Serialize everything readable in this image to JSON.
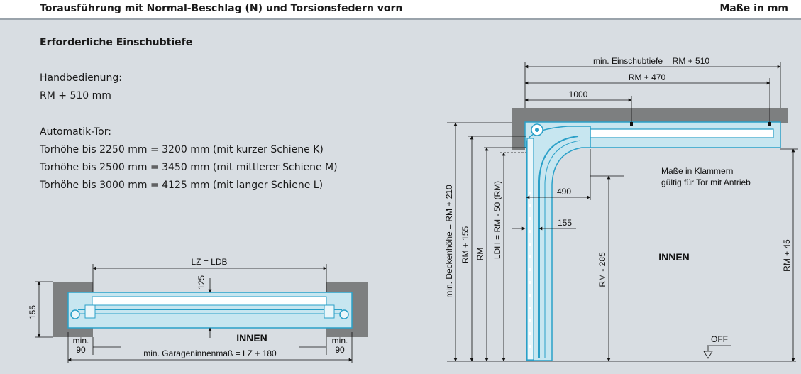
{
  "header": {
    "title": "Torausführung mit Normal-Beschlag (N) und Torsionsfedern vorn",
    "unit_note": "Maße in mm"
  },
  "info": {
    "section_title": "Erforderliche Einschubtiefe",
    "manual_label": "Handbedienung:",
    "manual_value": "RM + 510 mm",
    "auto_label": "Automatik-Tor:",
    "auto_lines": [
      "Torhöhe bis 2250 mm = 3200 mm (mit kurzer Schiene K)",
      "Torhöhe bis 2500 mm = 3450 mm (mit mittlerer Schiene M)",
      "Torhöhe bis 3000 mm = 4125 mm (mit langer Schiene L)"
    ]
  },
  "plan_view": {
    "lz_label": "LZ = LDB",
    "dim_125": "125",
    "dim_155": "155",
    "inside_label": "INNEN",
    "min_label": "min.",
    "min_value": "90",
    "garage_label": "min. Garageninnenmaß = LZ + 180"
  },
  "section_view": {
    "einschub_label": "min. Einschubtiefe = RM + 510",
    "rm470_label": "RM + 470",
    "dim_1000": "1000",
    "dim_490": "490",
    "dim_155": "155",
    "deckenhoehe_label": "min. Deckenhöhe = RM + 210",
    "rm155_label": "RM + 155",
    "rm_label": "RM",
    "ldh_label": "LDH = RM - 50 (RM)",
    "rm285_label": "RM - 285",
    "rm45_label": "RM + 45",
    "note_line1": "Maße in Klammern",
    "note_line2": "gültig für Tor mit Antrieb",
    "inside_label": "INNEN",
    "off_label": "OFF"
  },
  "colors": {
    "wall": "#7d7f80",
    "track_fill": "#c7e6f0",
    "track_stroke": "#2aa0c8",
    "line": "#111111"
  }
}
